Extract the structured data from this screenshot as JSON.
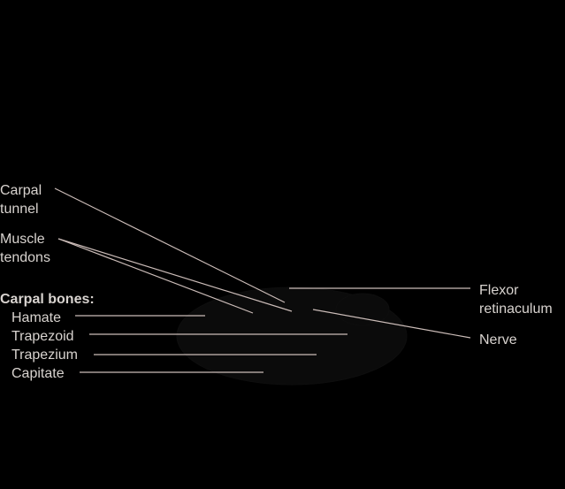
{
  "labels": {
    "carpal_tunnel_line1": "Carpal",
    "carpal_tunnel_line2": "tunnel",
    "muscle_tendons_line1": "Muscle",
    "muscle_tendons_line2": "tendons",
    "carpal_bones_heading": "Carpal bones:",
    "hamate": "Hamate",
    "trapezoid": "Trapezoid",
    "trapezium": "Trapezium",
    "capitate": "Capitate",
    "flexor_retinaculum_line1": "Flexor",
    "flexor_retinaculum_line2": "retinaculum",
    "nerve": "Nerve"
  },
  "colors": {
    "background": "#000000",
    "text": "#d8d3cf",
    "leader_line": "#cbbcb8"
  }
}
